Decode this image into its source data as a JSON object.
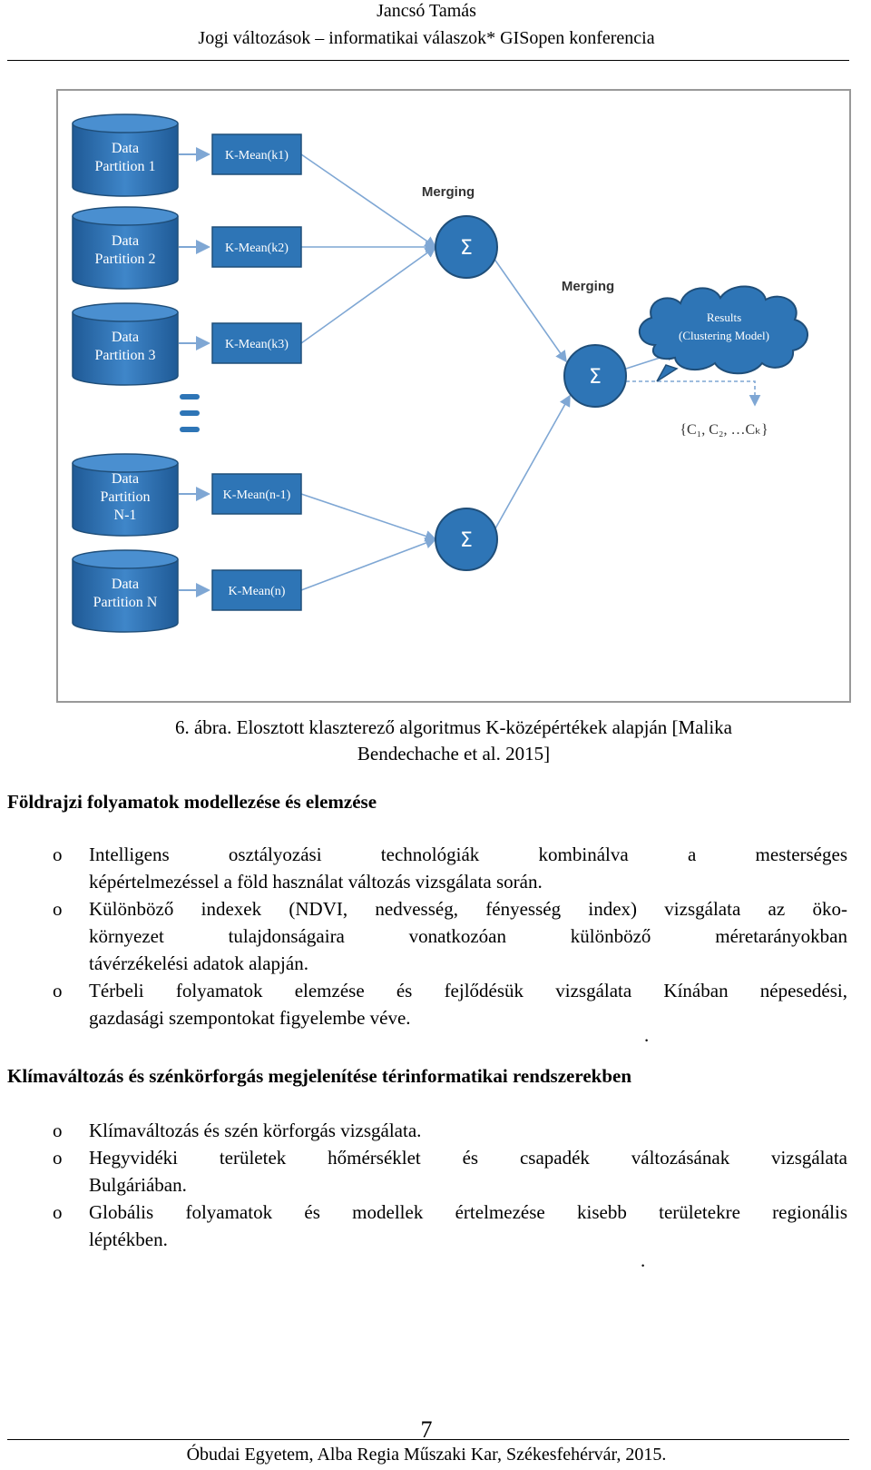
{
  "header": {
    "author": "Jancsó Tamás",
    "title": "Jogi változások – informatikai válaszok* GISopen konferencia"
  },
  "figure": {
    "partitions": [
      {
        "label_lines": [
          "Data",
          "Partition 1"
        ],
        "kmean": "K-Mean(k1)"
      },
      {
        "label_lines": [
          "Data",
          "Partition 2"
        ],
        "kmean": "K-Mean(k2)"
      },
      {
        "label_lines": [
          "Data",
          "Partition 3"
        ],
        "kmean": "K-Mean(k3)"
      },
      {
        "label_lines": [
          "Data",
          "Partition",
          "N-1"
        ],
        "kmean": "K-Mean(n-1)"
      },
      {
        "label_lines": [
          "Data",
          "Partition N"
        ],
        "kmean": "K-Mean(n)"
      }
    ],
    "merging_label_1": "Merging",
    "merging_label_2": "Merging",
    "sigma": "Σ",
    "results_lines": [
      "Results",
      "(Clustering  Model)"
    ],
    "clusters": "{C₁, C₂, …Cₖ}",
    "colors": {
      "node": "#2e75b6",
      "node_dark": "#1f4e79",
      "arrow": "#7fa7d4",
      "frame": "#999999"
    }
  },
  "caption": {
    "line1": "6.   ábra. Elosztott klaszterező algoritmus K-középértékek alapján [Malika",
    "line2": "Bendechache et al. 2015]"
  },
  "section1": {
    "heading": "Földrajzi folyamatok modellezése és elemzése",
    "bullets": [
      {
        "marker": "o",
        "line1": "Intelligens   osztályozási   technológiák   kombinálva   a   mesterséges",
        "rest": "képértelmezéssel a föld használat változás vizsgálata során."
      },
      {
        "marker": "o",
        "line1": "Különböző indexek (NDVI, nedvesség, fényesség index) vizsgálata az öko-",
        "line2": "környezet   tulajdonságaira   vonatkozóan   különböző   méretarányokban",
        "rest": "távérzékelési adatok alapján."
      },
      {
        "marker": "o",
        "line1": "Térbeli folyamatok elemzése és fejlődésük vizsgálata Kínában népesedési,",
        "rest": "gazdasági szempontokat figyelembe véve."
      }
    ],
    "trailing_dot": "."
  },
  "section2": {
    "heading": "Klímaváltozás és szénkörforgás megjelenítése térinformatikai rendszerekben",
    "bullets": [
      {
        "marker": "o",
        "rest": "Klímaváltozás és szén körforgás vizsgálata."
      },
      {
        "marker": "o",
        "line1": "Hegyvidéki   területek   hőmérséklet   és   csapadék   változásának   vizsgálata",
        "rest": "Bulgáriában."
      },
      {
        "marker": "o",
        "line1": "Globális   folyamatok   és   modellek   értelmezése   kisebb   területekre   regionális",
        "rest": "léptékben."
      }
    ],
    "trailing_dot": "."
  },
  "footer": {
    "page_number": "7",
    "text": "Óbudai Egyetem, Alba Regia Műszaki Kar, Székesfehérvár, 2015."
  }
}
